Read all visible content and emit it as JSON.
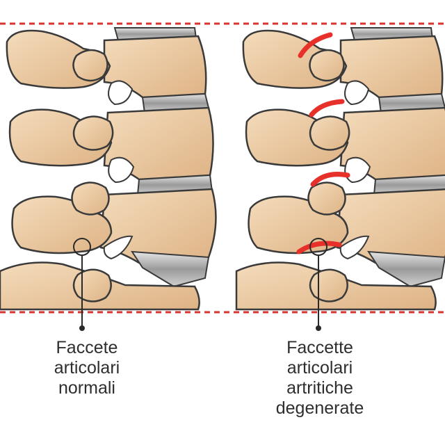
{
  "labels": {
    "normal": {
      "lines": [
        "Faccete",
        "articolari",
        "normali"
      ]
    },
    "arthritic": {
      "lines": [
        "Faccette",
        "articolari",
        "artritiche",
        "degenerate"
      ]
    }
  },
  "colors": {
    "bone": "#ecc9a0",
    "bone_shade": "#d9ad7e",
    "disc": "#b8b8b8",
    "outline": "#3a3a3a",
    "inflammation": "#e8302a",
    "guide_line": "#d7332f",
    "text": "#2e2e2e"
  }
}
